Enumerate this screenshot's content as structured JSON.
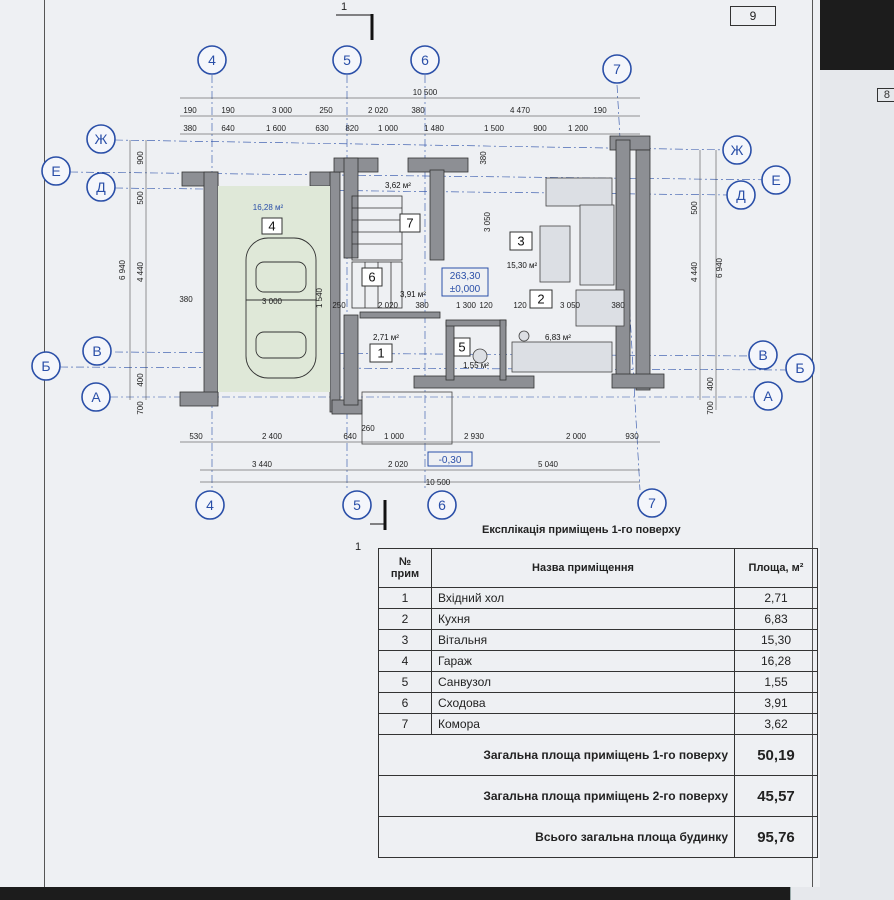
{
  "sheet_number": "9",
  "next_sheet_number": "8",
  "section_marks": [
    "1",
    "1"
  ],
  "axes": {
    "vertical": [
      "4",
      "5",
      "6",
      "7"
    ],
    "horizontal": [
      "Ж",
      "Е",
      "Д",
      "В",
      "Б",
      "А"
    ]
  },
  "dims": {
    "total_width": "10 500",
    "top_row1": [
      "190",
      "190",
      "3 000",
      "250",
      "2 020",
      "380",
      "4 470",
      "190"
    ],
    "top_row2": [
      "380",
      "640",
      "1 600",
      "630",
      "820",
      "1 000",
      "1 480",
      "1 500",
      "900",
      "1 200"
    ],
    "bottom_row1": [
      "530",
      "2 400",
      "640",
      "1 000",
      "260",
      "2 930",
      "2 000",
      "930"
    ],
    "bottom_row2": [
      "3 440",
      "2 020",
      "5 040"
    ],
    "left_col": [
      "6 940",
      "4 440",
      "900",
      "500",
      "380",
      "400",
      "700"
    ],
    "right_col": [
      "6 940",
      "4 440",
      "500",
      "400",
      "700"
    ],
    "inner": [
      "3 000",
      "1 540",
      "250",
      "2 020",
      "380",
      "1 300",
      "120",
      "3 050",
      "380",
      "120",
      "3 050",
      "380"
    ]
  },
  "level_mark": {
    "height": "263,30",
    "zero": "±0,000",
    "entrance": "-0,30"
  },
  "rooms": [
    {
      "num": "4",
      "area": "16,28 м²"
    },
    {
      "num": "7",
      "area": "3,62 м²"
    },
    {
      "num": "6",
      "area": "3,91 м²"
    },
    {
      "num": "3",
      "area": "15,30 м²"
    },
    {
      "num": "2",
      "area": "6,83 м²"
    },
    {
      "num": "1",
      "area": "2,71 м²"
    },
    {
      "num": "5",
      "area": "1,55 м²"
    }
  ],
  "table": {
    "title": "Експлікація приміщень 1-го поверху",
    "col_num": "№ прим",
    "col_name": "Назва приміщення",
    "col_area": "Площа, м²",
    "rows": [
      {
        "num": "1",
        "name": "Вхідний хол",
        "area": "2,71"
      },
      {
        "num": "2",
        "name": "Кухня",
        "area": "6,83"
      },
      {
        "num": "3",
        "name": "Вітальня",
        "area": "15,30"
      },
      {
        "num": "4",
        "name": "Гараж",
        "area": "16,28"
      },
      {
        "num": "5",
        "name": "Санвузол",
        "area": "1,55"
      },
      {
        "num": "6",
        "name": "Сходова",
        "area": "3,91"
      },
      {
        "num": "7",
        "name": "Комора",
        "area": "3,62"
      }
    ],
    "total1_label": "Загальна площа приміщень 1-го поверху",
    "total1_value": "50,19",
    "total2_label": "Загальна площа приміщень 2-го поверху",
    "total2_value": "45,57",
    "total_label": "Всього загальна площа будинку",
    "total_value": "95,76"
  },
  "colors": {
    "axis_blue": "#2a4fa8",
    "wall_gray": "#8d8f94",
    "paper": "#eef0f3"
  }
}
